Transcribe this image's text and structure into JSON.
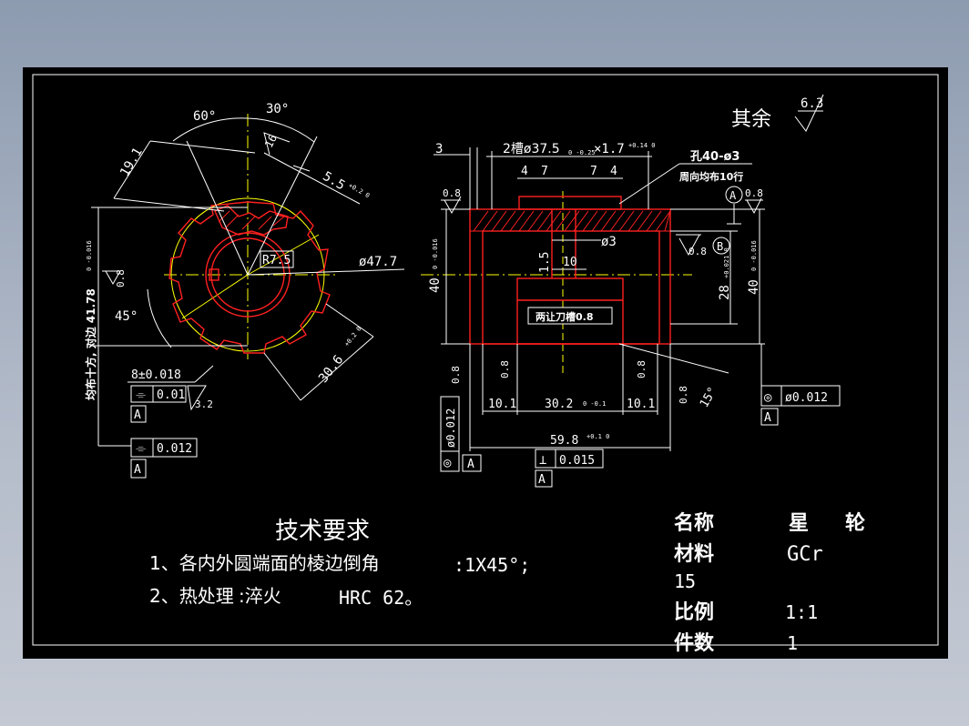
{
  "colors": {
    "desktop": "#8d9bb0",
    "sheet": "#000000",
    "outline": "#ff2020",
    "centerline": "#ffff00",
    "dimension": "#ffffff"
  },
  "roughness": {
    "rest_label": "其余",
    "rest_value": "6.3"
  },
  "left_view": {
    "angle_60": "60°",
    "angle_30": "30°",
    "dim_16": "16",
    "dim_19_1": "19.1",
    "dim_5_5": "5.5",
    "dim_5_5_tol": "+0.2 0",
    "radius": "R7.5",
    "diameter_47_7": "ø47.7",
    "angle_45": "45°",
    "dim_30_6": "30.6",
    "dim_30_6_tol": "+0.2 0",
    "dim_41_78": "均布十方, 对边 41.78",
    "dim_41_78_tol": "0 -0.016",
    "rough_08": "0.8",
    "dim_8": "8±0.018",
    "fcf1_sym": "⌯",
    "fcf1_val": "0.01",
    "fcf1_datum": "A",
    "rough_32": "3.2",
    "fcf2_sym": "⌯",
    "fcf2_val": "0.012",
    "fcf2_datum": "A"
  },
  "right_view": {
    "dim_3": "3",
    "groove_note": "2槽ø37.5",
    "groove_tol": "0 -0.25",
    "groove_width": "×1.7",
    "groove_width_tol": "+0.14 0",
    "dim_4a": "4",
    "dim_7a": "7",
    "dim_7b": "7",
    "dim_4b": "4",
    "hole_note": "孔40-ø3",
    "hole_note2": "周向均布10行",
    "datum_a_circle": "A",
    "rough_08_a": "0.8",
    "rough_08_b": "0.8",
    "dim_phi3": "ø3",
    "dim_1_5": "1.5",
    "dim_10": "10",
    "dim_40_left": "40",
    "dim_40_left_tol": "0 -0.016",
    "rough_08_c": "0.8",
    "datum_b_circle": "B",
    "dim_28": "28",
    "dim_28_tol": "+0.021 0",
    "dim_40_right": "40",
    "dim_40_right_tol": "0 -0.016",
    "relief_note": "两让刀槽0.8",
    "rough_08_d": "0.8",
    "rough_08_e": "0.8",
    "rough_08_f": "0.8",
    "rough_08_g": "0.8",
    "angle_15": "15°",
    "dim_10_1a": "10.1",
    "dim_30_2": "30.2",
    "dim_30_2_tol": "0 -0.1",
    "dim_10_1b": "10.1",
    "fcf_left_sym": "◎",
    "fcf_left_val": "ø0.012",
    "fcf_left_datum": "A",
    "dim_59_8": "59.8",
    "dim_59_8_tol": "+0.1 0",
    "fcf_perp_sym": "⊥",
    "fcf_perp_val": "0.015",
    "fcf_perp_datum": "A",
    "fcf_right_sym": "◎",
    "fcf_right_val": "ø0.012",
    "fcf_right_datum": "A"
  },
  "notes": {
    "title": "技术要求",
    "line1_a": "1、各内外圆端面的棱边倒角",
    "line1_b": ":1X45°;",
    "line2_a": "2、热处理",
    "line2_b": ":淬火",
    "line2_c": "HRC 62。"
  },
  "title_block": {
    "name_label": "名称",
    "name_value_1": "星",
    "name_value_2": "轮",
    "material_label": "材料",
    "material_value": "GCr",
    "material_value_2": "15",
    "scale_label": "比例",
    "scale_value": "1:1",
    "qty_label": "件数",
    "qty_value": "1"
  }
}
